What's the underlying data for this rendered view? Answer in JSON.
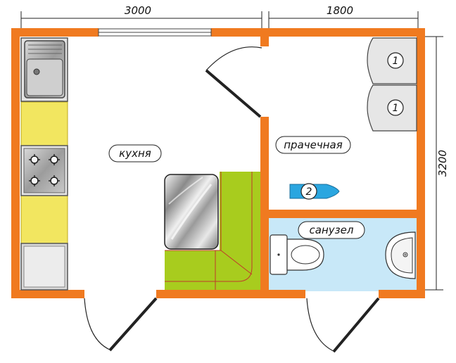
{
  "title": "Floor plan: kitchen, laundry, bathroom",
  "dimensions": {
    "width_left": "3000",
    "width_right": "1800",
    "height": "3200"
  },
  "rooms": {
    "kitchen": "кухня",
    "laundry": "прачечная",
    "bathroom": "санузел"
  },
  "markers": {
    "washer_1": "1",
    "washer_2": "1",
    "iron": "2"
  },
  "colors": {
    "wall": "#f07a20",
    "counter": "#f2e660",
    "bench": "#a8cc1e",
    "bathroom_floor": "#c8e8f8",
    "iron": "#2aa6e0",
    "appliance": "#e6e6e6"
  }
}
